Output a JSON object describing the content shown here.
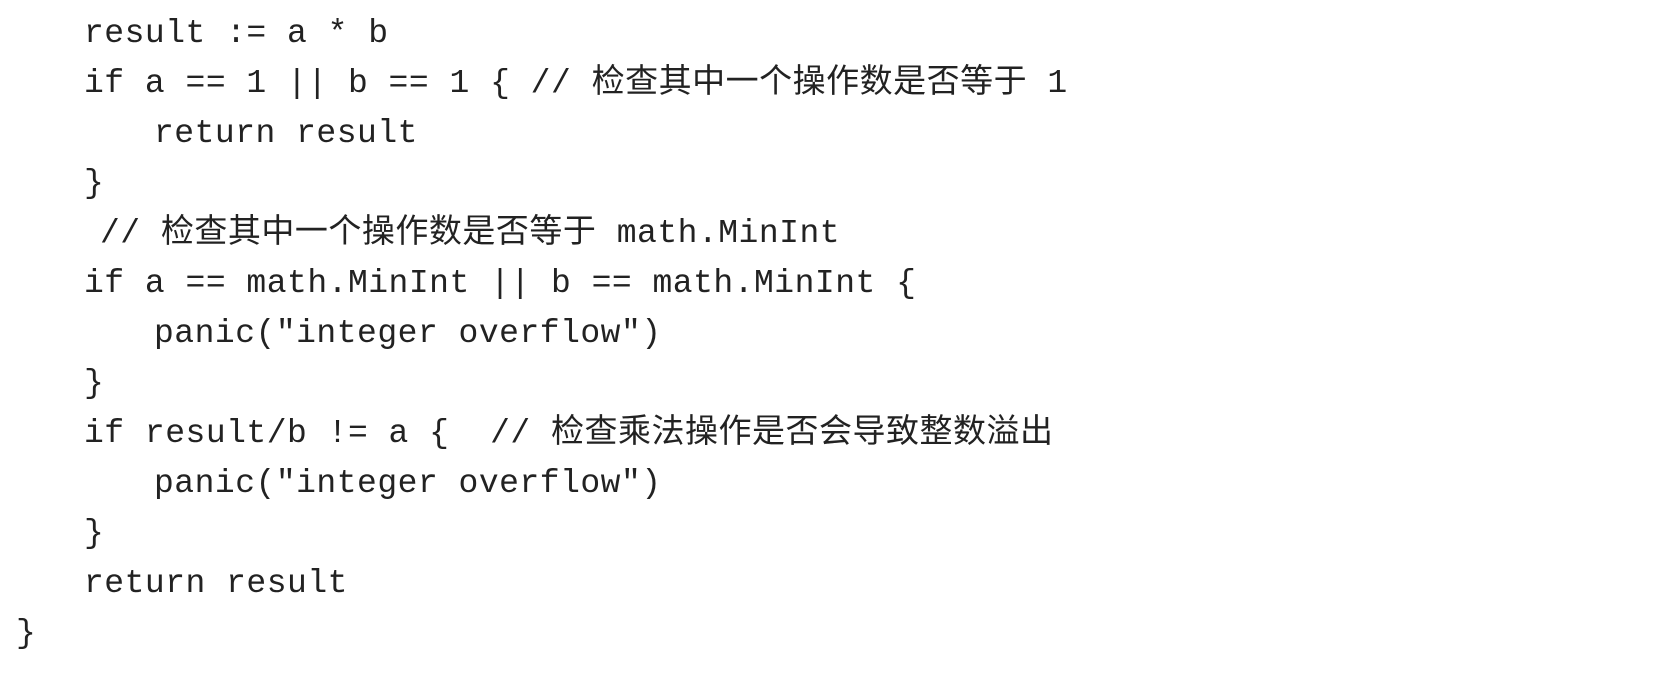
{
  "code": {
    "language": "go",
    "lines": [
      "result := a * b",
      "if a == 1 || b == 1 { // 检查其中一个操作数是否等于 1",
      "return result",
      "}",
      "// 检查其中一个操作数是否等于 math.MinInt",
      "if a == math.MinInt || b == math.MinInt {",
      "panic(\"integer overflow\")",
      "}",
      "if result/b != a {  // 检查乘法操作是否会导致整数溢出",
      "panic(\"integer overflow\")",
      "}",
      "return result",
      "}"
    ]
  }
}
